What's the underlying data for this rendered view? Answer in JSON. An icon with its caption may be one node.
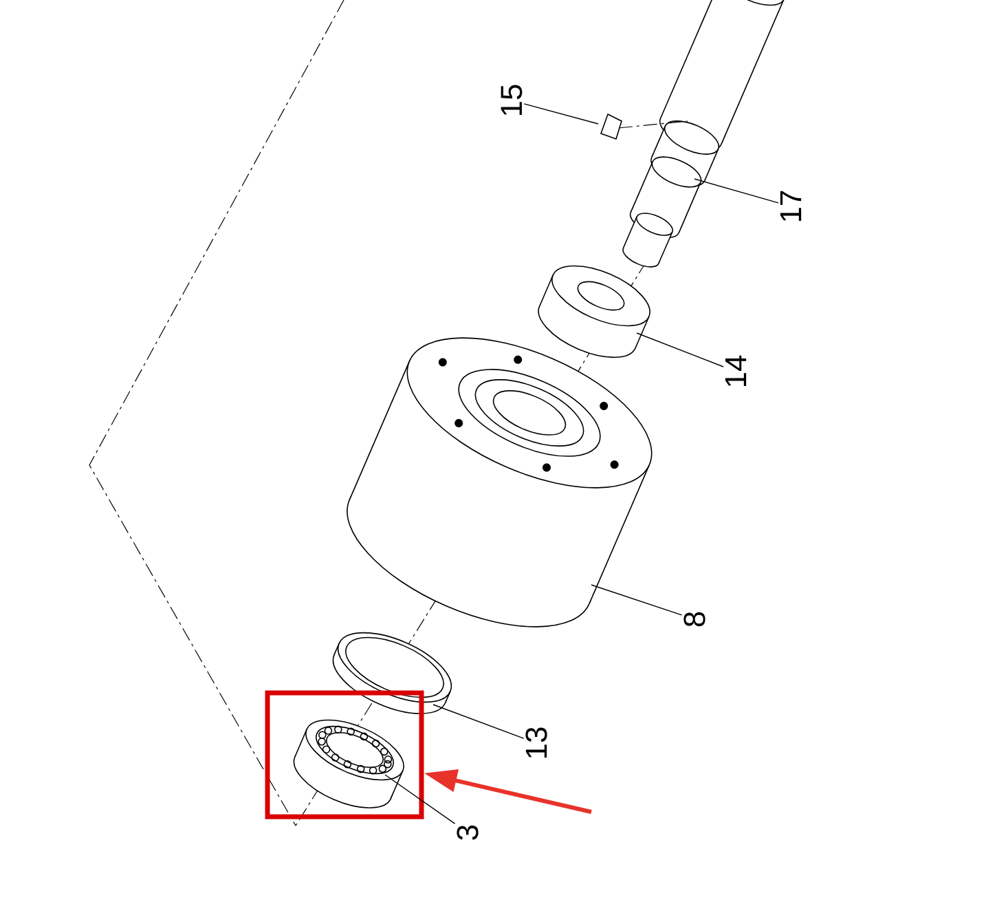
{
  "diagram": {
    "nodes": [
      {
        "text": [
          "15"
        ]
      },
      {
        "text": [],
        "shape": "picture"
      },
      {
        "text": [
          "17"
        ]
      },
      {
        "text": [],
        "shape": "picture"
      },
      {
        "text": [
          "14"
        ]
      },
      {
        "text": [],
        "shape": "picture"
      },
      {
        "text": [],
        "shape": "picture"
      },
      {
        "text": [
          "8"
        ]
      },
      {
        "text": [],
        "shape": "box"
      },
      {
        "text": [],
        "shape": "picture",
        "in": 8
      },
      {
        "text": [],
        "shape": "picture"
      },
      {
        "text": [
          "13"
        ]
      },
      {
        "text": [
          "3"
        ]
      }
    ],
    "edges": [
      {
        "from": 0,
        "to": 1,
        "arrow": "none"
      },
      {
        "from": 2,
        "to": 3,
        "arrow": "none"
      },
      {
        "from": 4,
        "to": 5,
        "arrow": "none"
      },
      {
        "from": 7,
        "to": 6,
        "arrow": "none"
      },
      {
        "from": 11,
        "to": 10,
        "arrow": "none"
      },
      {
        "from": 12,
        "to": 9,
        "arrow": "none"
      },
      {
        "from": 1,
        "to": 3,
        "arrow": "none",
        "style": "dashed"
      },
      {
        "from": null,
        "to": 8,
        "arrow": "to",
        "style": "thick",
        "color": "#e8332a"
      }
    ]
  }
}
